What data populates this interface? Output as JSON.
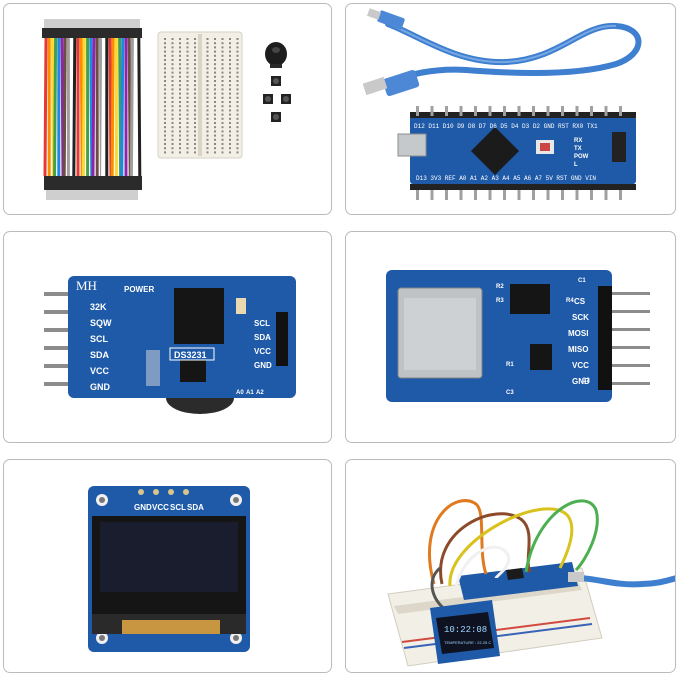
{
  "photo_1": {
    "subject": "jumper wires, breadboard, buzzer and push buttons"
  },
  "photo_2": {
    "subject": "USB cable and Nano board",
    "top_header": "D12 D11 D10 D9 D8 D7 D6 D5 D4 D3 D2 GND RST RX0 TX1",
    "bottom_header": "D13 3V3 REF A0 A1 A2 A3 A4 A5 A6 A7 5V RST GND VIN",
    "leds": [
      "RX",
      "TX",
      "POW",
      "L"
    ]
  },
  "photo_3": {
    "subject": "RTC module",
    "brand": "MH",
    "power_label": "POWER",
    "chip_label": "DS3231",
    "left_pins": [
      "32K",
      "SQW",
      "SCL",
      "SDA",
      "VCC",
      "GND"
    ],
    "right_pins": [
      "SCL",
      "SDA",
      "VCC",
      "GND"
    ],
    "address_pins": [
      "A0",
      "A1",
      "A2"
    ]
  },
  "photo_4": {
    "subject": "Micro SD card module",
    "pins": [
      "CS",
      "SCK",
      "MOSI",
      "MISO",
      "VCC",
      "GND"
    ],
    "components": [
      "R2",
      "R3",
      "C1",
      "R4",
      "C2",
      "R1",
      "C3"
    ]
  },
  "photo_5": {
    "subject": "OLED display module",
    "pins": [
      "GND",
      "VCC",
      "SCL",
      "SDA"
    ]
  },
  "photo_6": {
    "subject": "assembled circuit on breadboard",
    "oled_time": "10:22:08",
    "oled_temp": "TEMPERATURE : 22.25 C"
  },
  "colors": {
    "pcb_blue": "#1f5aa8",
    "cable_blue": "#3f7fd0",
    "breadboard": "#f2efe6",
    "panel_border": "#b9bcbf"
  }
}
